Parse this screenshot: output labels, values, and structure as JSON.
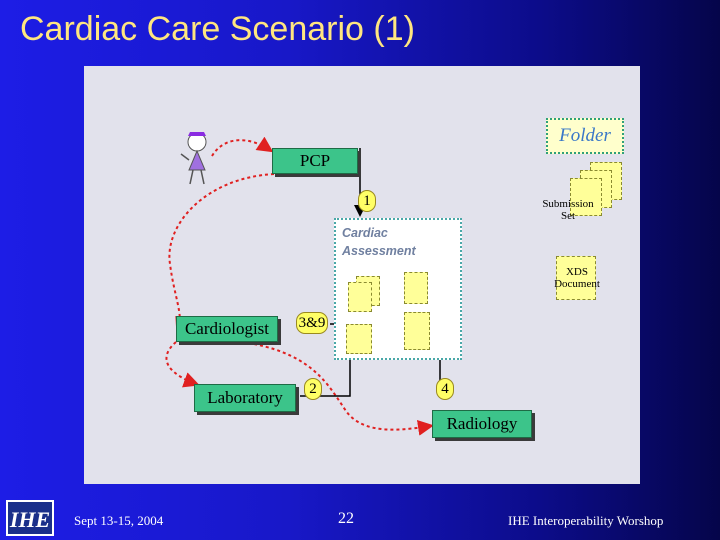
{
  "slide": {
    "title": "Cardiac Care Scenario (1)"
  },
  "diagram": {
    "actors": {
      "pcp": "PCP",
      "cardiologist": "Cardiologist",
      "laboratory": "Laboratory",
      "radiology": "Radiology"
    },
    "steps": {
      "step_1": "1",
      "step_2": "2",
      "step_3_9": "3&9",
      "step_4": "4"
    },
    "folder_label": "Folder",
    "submission_set_line1": "Submission",
    "submission_set_line2": "Set",
    "xds_document_line1": "XDS",
    "xds_document_line2": "Document",
    "assessment_line1": "Cardiac",
    "assessment_line2": "Assessment"
  },
  "footer": {
    "date": "Sept 13-15, 2004",
    "page_number": "22",
    "event": "IHE Interoperability Worshop"
  },
  "logo_text": "IHE",
  "colors": {
    "title": "#ffe680",
    "actor_box": "#3cc48a",
    "step_badge": "#ffff66",
    "document": "#ffff99",
    "flow_arrow": "#e02020"
  }
}
